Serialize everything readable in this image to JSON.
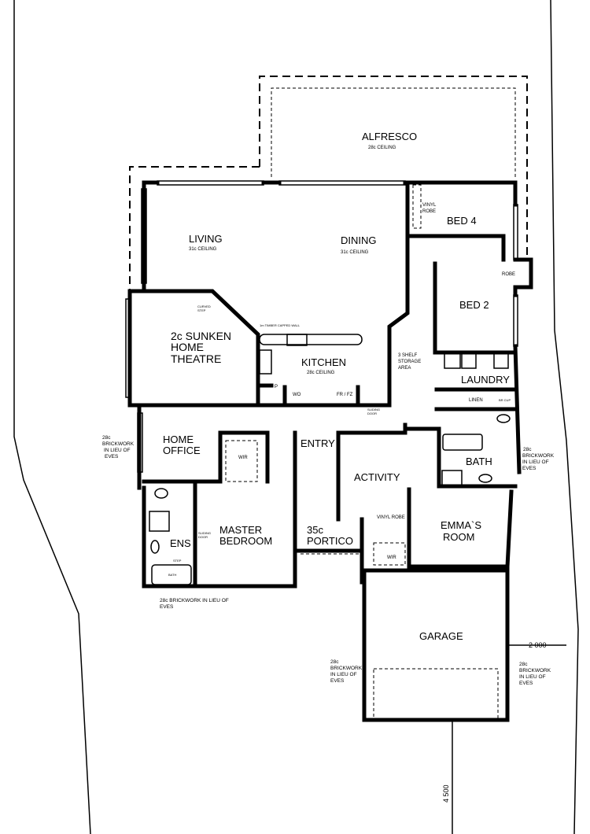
{
  "plan": {
    "rooms": {
      "alfresco": "ALFRESCO",
      "alfresco_ceiling": "28c CEILING",
      "living": "LIVING",
      "living_ceiling": "31c CEILING",
      "dining": "DINING",
      "dining_ceiling": "31c CEILING",
      "bed4": "BED 4",
      "vinyl_robe_bed4_1": "VINYL",
      "vinyl_robe_bed4_2": "ROBE",
      "robe": "ROBE",
      "bed2": "BED 2",
      "theatre_1": "2c SUNKEN",
      "theatre_2": "HOME",
      "theatre_3": "THEATRE",
      "curved_step_1": "CURVED",
      "curved_step_2": "STEP",
      "timber_wall": "1m TIMBER CAPPED WALL",
      "kitchen": "KITCHEN",
      "kitchen_ceiling": "28c CEILING",
      "pantry": "P",
      "wo": "WO",
      "fridge": "FR / FZ",
      "storage_1": "3 SHELF",
      "storage_2": "STORAGE",
      "storage_3": "AREA",
      "laundry": "LAUNDRY",
      "linen": "LINEN",
      "broom_cupboard": "BR CUP",
      "sliding_door_1": "SLIDING",
      "sliding_door_2": "DOOR",
      "home_office_1": "HOME",
      "home_office_2": "OFFICE",
      "wir": "WIR",
      "entry": "ENTRY",
      "activity": "ACTIVITY",
      "bath": "BATH",
      "ens": "ENS",
      "ens_bath": "BATH",
      "step": "STEP",
      "master_1": "MASTER",
      "master_2": "BEDROOM",
      "portico_1": "35c",
      "portico_2": "PORTICO",
      "vinyl_robe": "VINYL ROBE",
      "emma_1": "EMMA`S",
      "emma_2": "ROOM",
      "wir2": "WIR",
      "garage": "GARAGE"
    },
    "notes": {
      "brick_left_1": "28c",
      "brick_left_2": "BRICKWORK",
      "brick_left_3": "IN LIEU OF",
      "brick_left_4": "EVES",
      "brick_right_1": "28c",
      "brick_right_2": "BRICKWORK",
      "brick_right_3": "IN LIEU OF",
      "brick_right_4": "EVES",
      "brick_bottom_1": "28c BRICKWORK IN LIEU OF",
      "brick_bottom_2": "EVES",
      "brick_garage_l_1": "28c",
      "brick_garage_l_2": "BRICKWORK",
      "brick_garage_l_3": "IN LIEU OF",
      "brick_garage_l_4": "EVES",
      "brick_garage_r_1": "28c",
      "brick_garage_r_2": "BRICKWORK",
      "brick_garage_r_3": "IN LIEU OF",
      "brick_garage_r_4": "EVES"
    },
    "dimensions": {
      "side_setback": "2 000",
      "front_setback": "4 500"
    }
  }
}
